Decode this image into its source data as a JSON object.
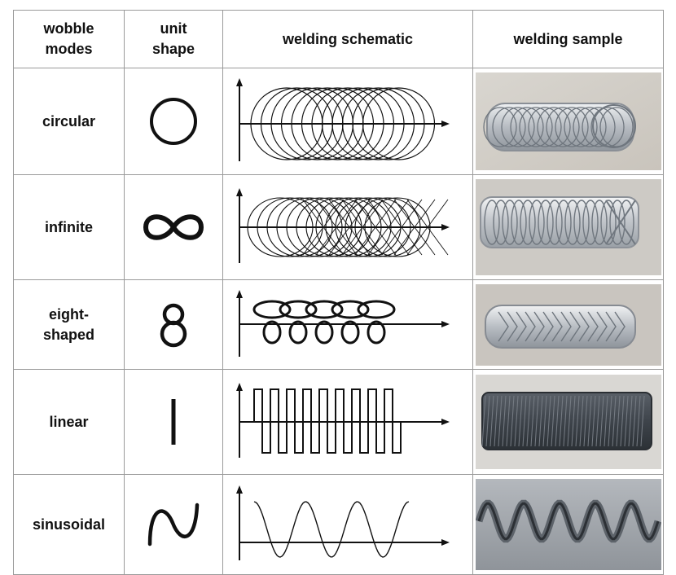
{
  "headers": {
    "mode": [
      "wobble",
      "modes"
    ],
    "shape": [
      "unit",
      "shape"
    ],
    "schematic": "welding schematic",
    "sample": "welding sample"
  },
  "rows": [
    {
      "mode": [
        "circular"
      ],
      "shape_icon": "circle-shape-icon",
      "schematic": "overlapping-circles",
      "sample": "circular-weld-photo"
    },
    {
      "mode": [
        "infinite"
      ],
      "shape_icon": "infinity-shape-icon",
      "schematic": "overlapping-lemniscates",
      "sample": "infinite-weld-photo"
    },
    {
      "mode": [
        "eight-",
        "shaped"
      ],
      "shape_icon": "figure-eight-shape-icon",
      "schematic": "chained-figure-eights",
      "sample": "eight-shaped-weld-photo"
    },
    {
      "mode": [
        "linear"
      ],
      "shape_icon": "vertical-line-shape-icon",
      "schematic": "square-zigzag",
      "sample": "linear-weld-photo"
    },
    {
      "mode": [
        "sinusoidal"
      ],
      "shape_icon": "sine-shape-icon",
      "schematic": "sine-wave",
      "sample": "sinusoidal-weld-photo"
    }
  ],
  "colors": {
    "border": "#9a9a9a",
    "ink": "#111111"
  }
}
